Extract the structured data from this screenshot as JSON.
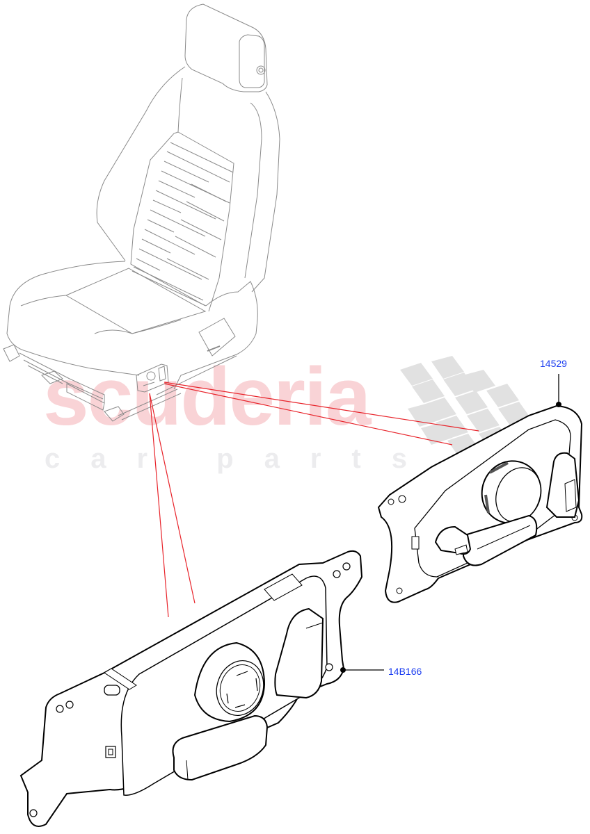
{
  "diagram": {
    "type": "exploded-parts-diagram",
    "subject": "Front power seat with seat adjustment switch packs",
    "colors": {
      "line_art": "#000000",
      "seat_line_art": "#8a8a8a",
      "leader_lines": "#e8232a",
      "callout_text": "#1a3cf0",
      "watermark_main": "#f9d3d6",
      "watermark_sub": "#ececee",
      "checker": "#dcdcdc"
    }
  },
  "watermark": {
    "brand": "scuderia",
    "tagline": "car parts"
  },
  "callouts": [
    {
      "id": "c1",
      "label": "14529",
      "part": "upper switch pack (rotary knob)"
    },
    {
      "id": "c2",
      "label": "14B166",
      "part": "lower switch pack (joystick)"
    }
  ],
  "components": [
    {
      "name": "seat-assembly",
      "parts": [
        "headrest",
        "backrest",
        "cushion",
        "seat-track",
        "side-trim-panel"
      ]
    },
    {
      "name": "switch-pack-upper",
      "callout": "14529"
    },
    {
      "name": "switch-pack-lower",
      "callout": "14B166"
    }
  ]
}
